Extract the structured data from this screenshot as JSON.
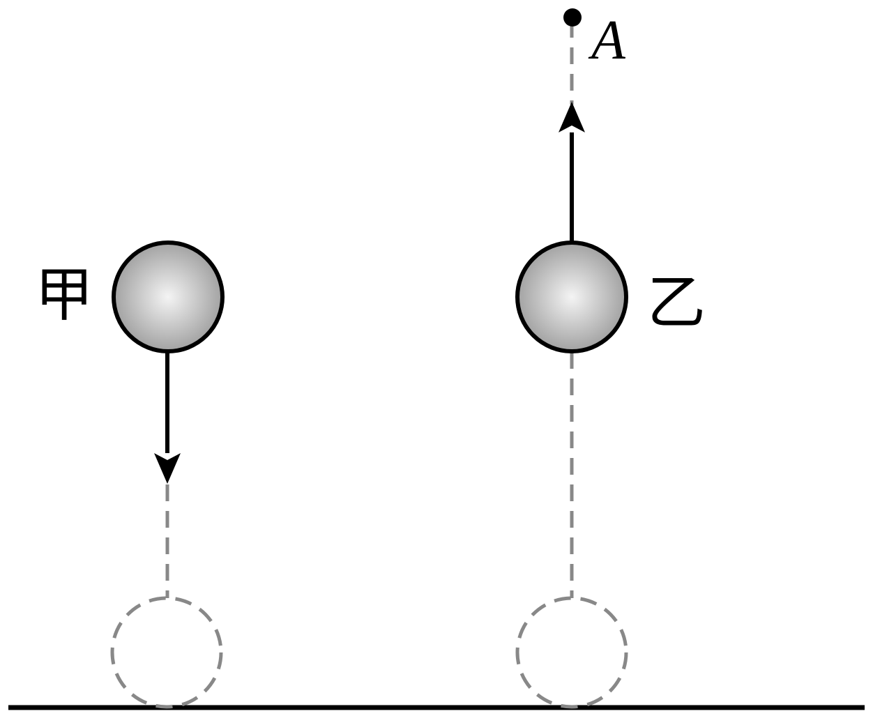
{
  "labels": {
    "ball_left": "甲",
    "ball_right": "乙",
    "point_top": "A"
  },
  "colors": {
    "stroke": "#000000",
    "dashed": "#888888",
    "ball_highlight": "#f4f4f4",
    "ball_shadow": "#9a9a9a"
  }
}
